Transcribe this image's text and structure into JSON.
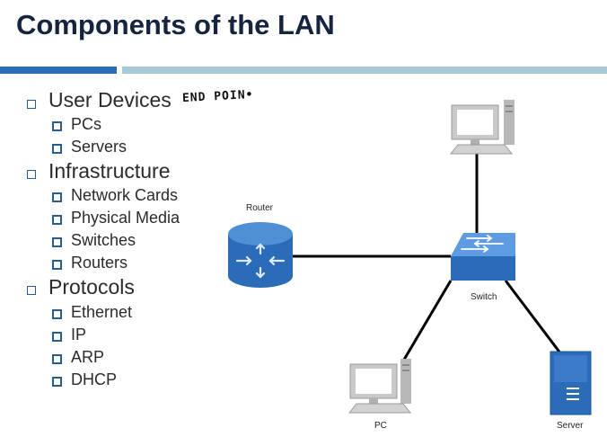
{
  "slide": {
    "title": "Components of the LAN",
    "annotation": "END POIN•"
  },
  "bullets": {
    "user_devices": "User Devices",
    "pcs": "PCs",
    "servers": "Servers",
    "infrastructure": "Infrastructure",
    "network_cards": "Network Cards",
    "physical_media": "Physical Media",
    "switches": "Switches",
    "routers": "Routers",
    "protocols": "Protocols",
    "ethernet": "Ethernet",
    "ip": "IP",
    "arp": "ARP",
    "dhcp": "DHCP"
  },
  "diagram": {
    "router_label": "Router",
    "switch_label": "Switch",
    "pc_label": "PC",
    "server_label": "Server",
    "colors": {
      "router_fill": "#2b6cb8",
      "switch_fill": "#2b6cb8",
      "server_fill": "#2b6cb8",
      "computer_gray": "#c9c9c9"
    }
  }
}
